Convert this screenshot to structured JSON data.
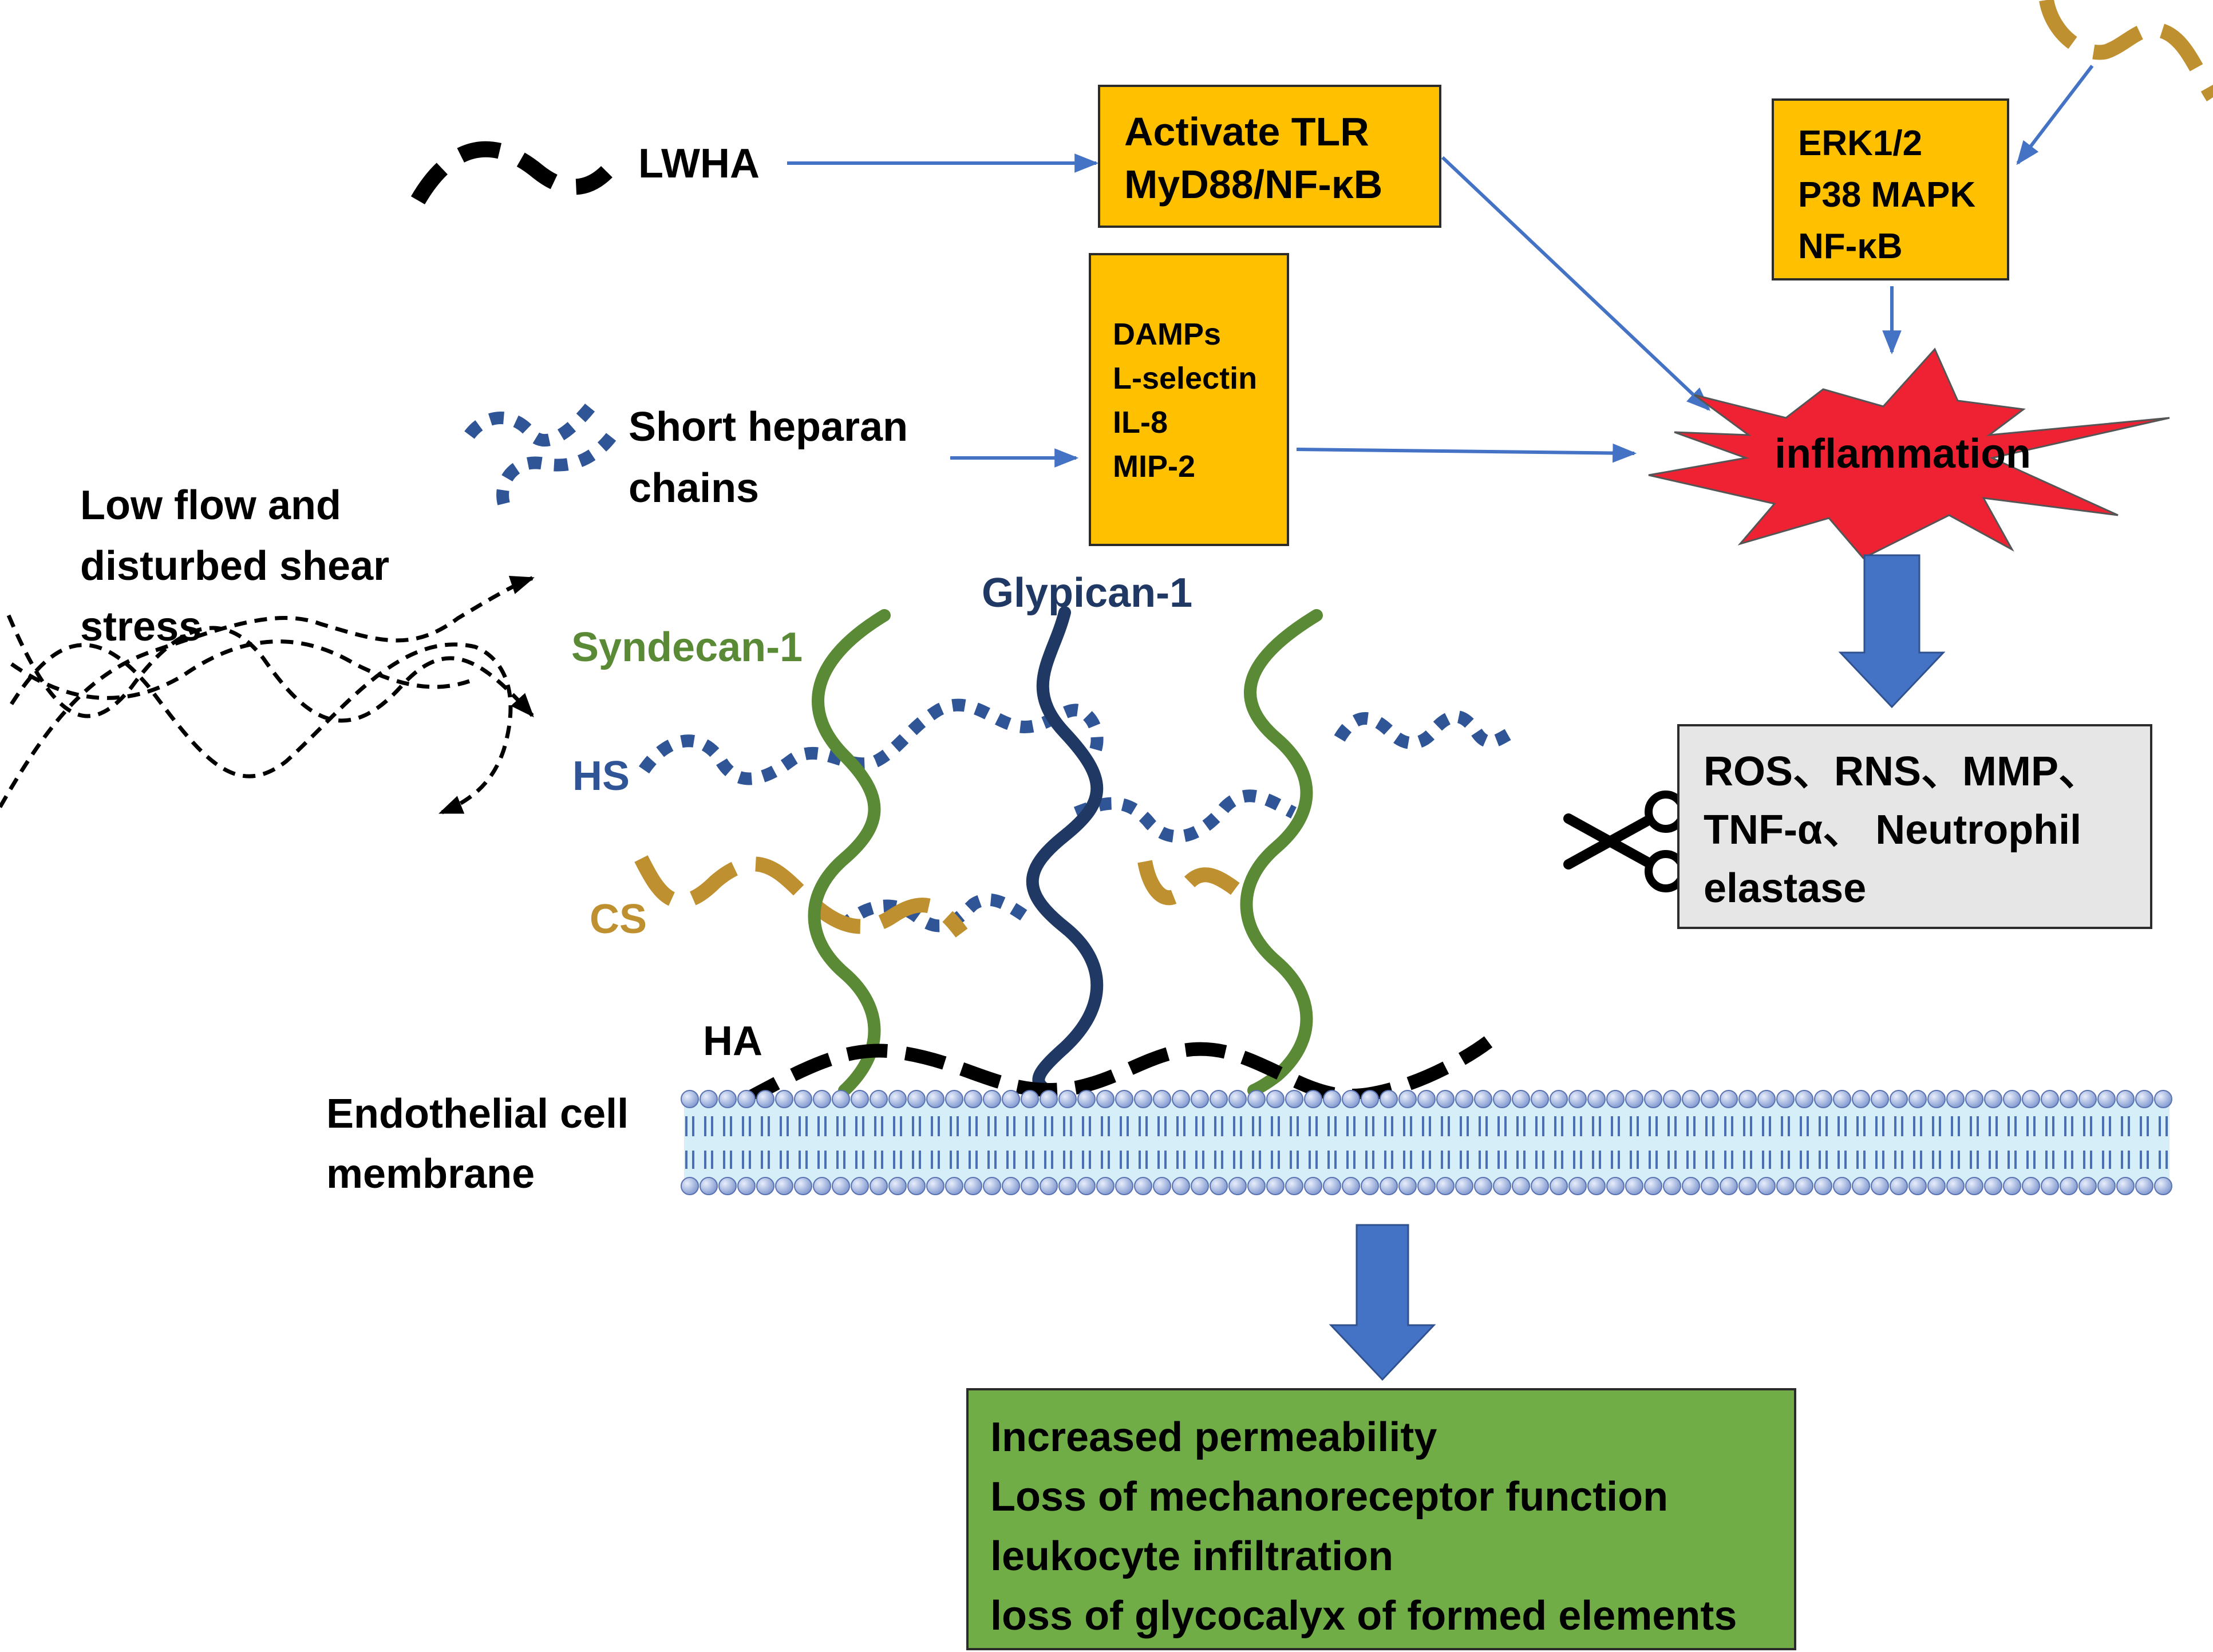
{
  "labels": {
    "lwha": "LWHA",
    "short_heparan_1": "Short heparan",
    "short_heparan_2": "chains",
    "low_flow_1": "Low flow and",
    "low_flow_2": "disturbed shear",
    "low_flow_3": "stress",
    "glypican": "Glypican-1",
    "syndecan": "Syndecan-1",
    "hs": "HS",
    "cs": "CS",
    "ha": "HA",
    "membrane_1": "Endothelial cell",
    "membrane_2": "membrane",
    "inflammation": "inflammation"
  },
  "boxes": {
    "tlr": {
      "lines": [
        "Activate TLR",
        "MyD88/NF-κB"
      ]
    },
    "damps": {
      "lines": [
        "DAMPs",
        "L-selectin",
        "IL-8",
        "MIP-2"
      ]
    },
    "erk": {
      "lines": [
        "ERK1/2",
        "P38 MAPK",
        "NF-κB"
      ]
    },
    "ros": {
      "lines": [
        "ROS、RNS、MMP、",
        "TNF-α、 Neutrophil",
        "elastase"
      ]
    },
    "outcomes": {
      "lines": [
        "Increased permeability",
        "Loss of mechanoreceptor function",
        "leukocyte infiltration",
        "loss of glycocalyx of formed elements"
      ]
    }
  },
  "colors": {
    "box_yellow": "#ffc000",
    "box_gray": "#e7e6e6",
    "box_green": "#70ad47",
    "arrow_blue": "#4472c4",
    "big_arrow": "#4472c4",
    "inflammation_fill": "#ee2233",
    "syndecan_green": "#5a8a35",
    "glypican_navy": "#1f3864",
    "hs_blue": "#2f5597",
    "cs_gold": "#bf9030",
    "membrane_fill": "#d6eef8",
    "lipid_head": "#8faadc"
  },
  "icons": {
    "scissors": "scissors-icon"
  }
}
